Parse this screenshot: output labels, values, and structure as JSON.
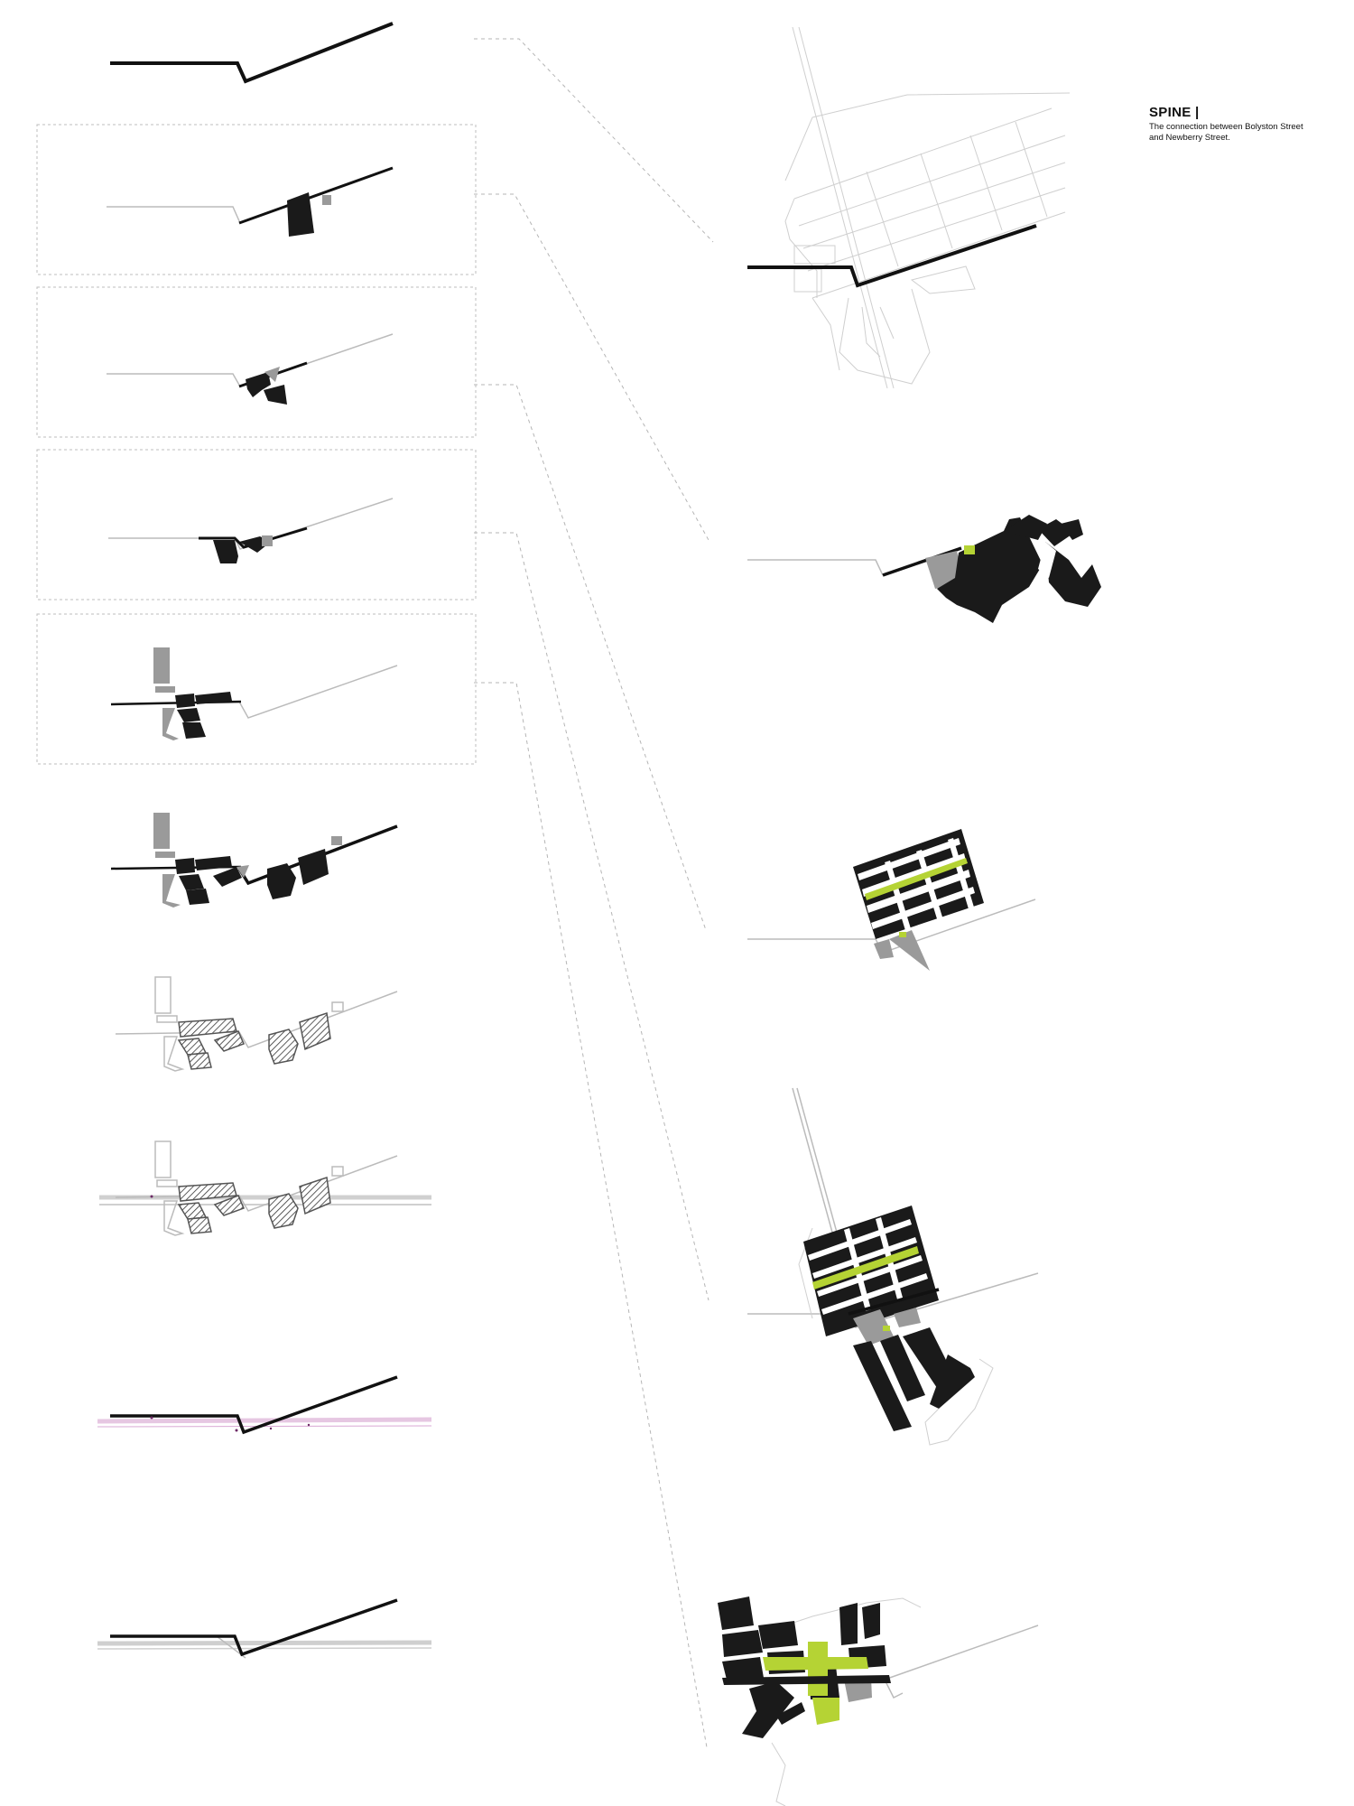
{
  "header": {
    "title": "SPINE |",
    "subtitle": "The connection between Bolyston Street and Newberry Street."
  },
  "colors": {
    "ink": "#111111",
    "gray_fill": "#9a9a9a",
    "light_line": "#c8c8c8",
    "dash_line": "#b5b5b5",
    "green_accent": "#b5d334",
    "magenta_line": "#d9a8d4"
  },
  "left_column": {
    "step_count_shown": 10,
    "boxed_steps": [
      2,
      3,
      4,
      5
    ]
  }
}
